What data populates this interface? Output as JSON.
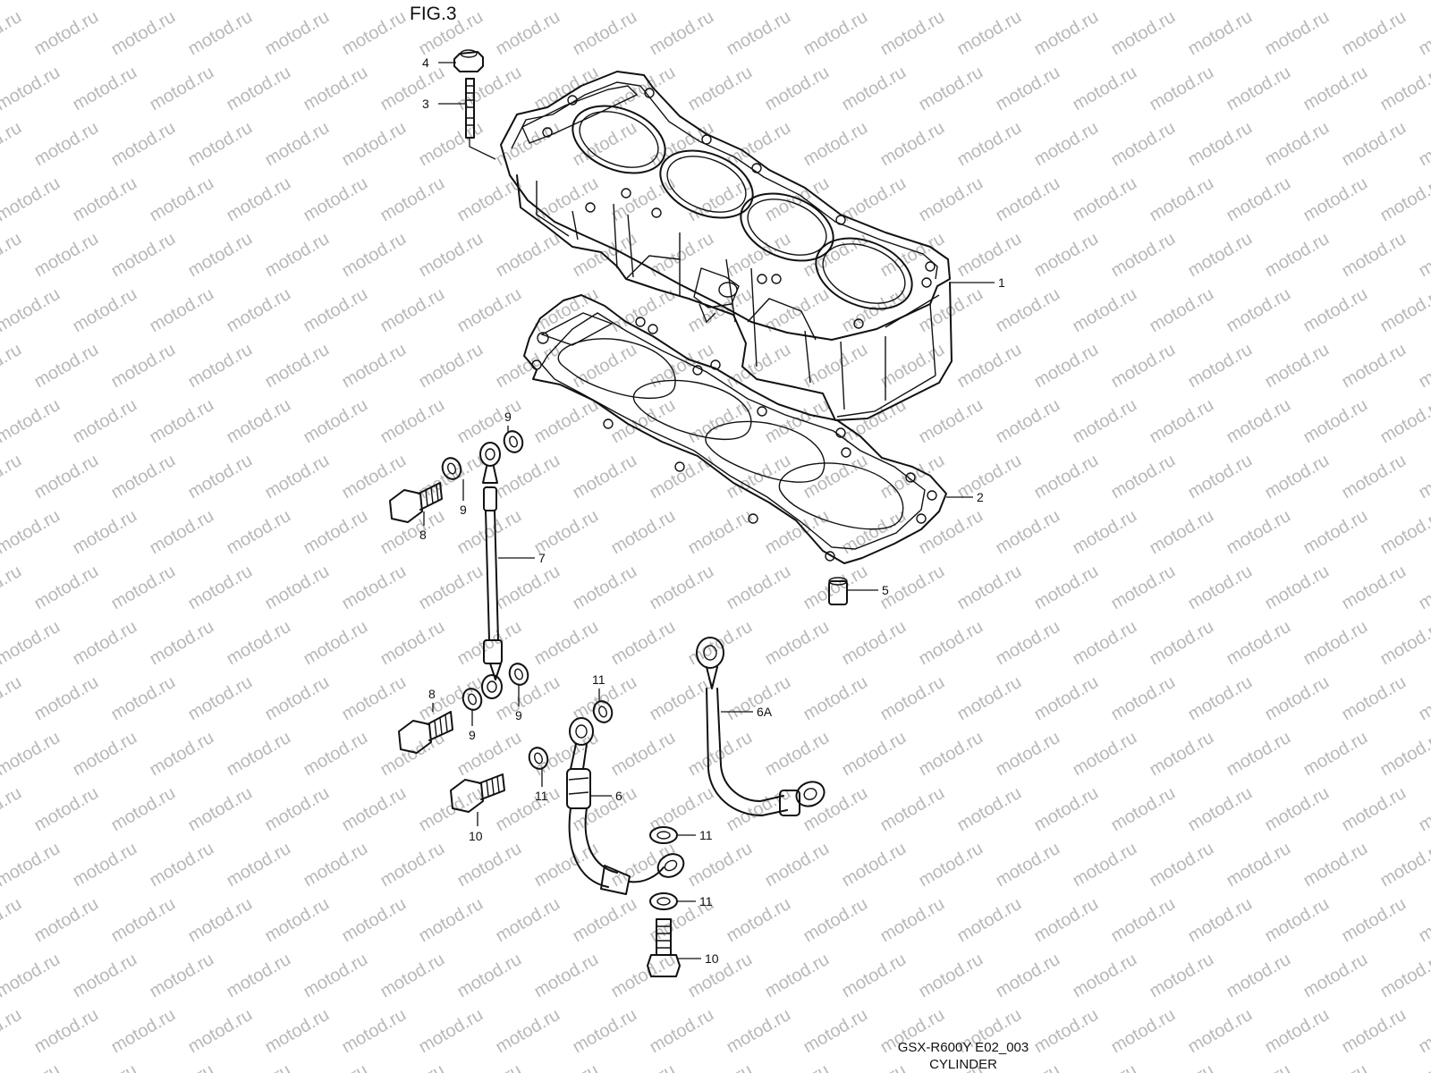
{
  "figure_title": "FIG.3",
  "watermark": "motod.ru",
  "model_code": "GSX-R600Y E02_003",
  "section_name": "CYLINDER",
  "callouts": {
    "c1": "1",
    "c2": "2",
    "c3": "3",
    "c4": "4",
    "c5": "5",
    "c6": "6",
    "c6a": "6A",
    "c7": "7",
    "c8a": "8",
    "c8b": "8",
    "c9a": "9",
    "c9b": "9",
    "c9c": "9",
    "c9d": "9",
    "c10a": "10",
    "c10b": "10",
    "c11a": "11",
    "c11b": "11",
    "c11c": "11",
    "c11d": "11"
  }
}
